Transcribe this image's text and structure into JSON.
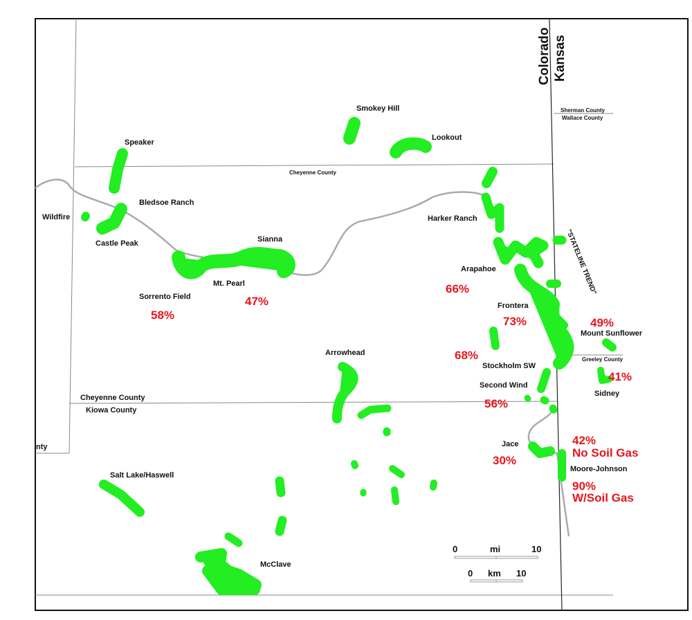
{
  "states": {
    "west": "Colorado",
    "east": "Kansas"
  },
  "counties": {
    "sherman": "Sherman County",
    "wallace": "Wallace County",
    "cheyenne_top": "Cheyenne County",
    "greeley": "Greeley County",
    "cheyenne": "Cheyenne County",
    "kiowa": "Kiowa County",
    "partial": "nty"
  },
  "trend_label": "\"STATELINE TREND\"",
  "fields": [
    {
      "name": "Smokey Hill"
    },
    {
      "name": "Lookout"
    },
    {
      "name": "Speaker"
    },
    {
      "name": "Bledsoe Ranch"
    },
    {
      "name": "Wildfire"
    },
    {
      "name": "Castle Peak"
    },
    {
      "name": "Sianna"
    },
    {
      "name": "Mt. Pearl"
    },
    {
      "name": "Sorrento Field"
    },
    {
      "name": "Harker Ranch"
    },
    {
      "name": "Arapahoe"
    },
    {
      "name": "Frontera"
    },
    {
      "name": "Mount Sunflower"
    },
    {
      "name": "Arrowhead"
    },
    {
      "name": "Stockholm SW"
    },
    {
      "name": "Second Wind"
    },
    {
      "name": "Sidney"
    },
    {
      "name": "Jace"
    },
    {
      "name": "Moore-Johnson"
    },
    {
      "name": "Salt Lake/Haswell"
    },
    {
      "name": "McClave"
    }
  ],
  "percentages": {
    "sorrento": "58%",
    "mt_pearl": "47%",
    "arapahoe": "66%",
    "frontera": "73%",
    "mount_sunflower": "49%",
    "stockholm": "68%",
    "second_wind": "56%",
    "sidney": "41%",
    "jace": "30%",
    "moore_no_soil": "42%",
    "no_soil_label": "No Soil Gas",
    "moore_soil": "90%",
    "soil_label": "W/Soil Gas"
  },
  "scale": {
    "mi_start": "0",
    "mi_unit": "mi",
    "mi_end": "10",
    "km_start": "0",
    "km_unit": "km",
    "km_end": "10"
  },
  "colors": {
    "field": "#22ee22",
    "percent": "#e8141c",
    "pipeline": "#aaaaaa"
  }
}
